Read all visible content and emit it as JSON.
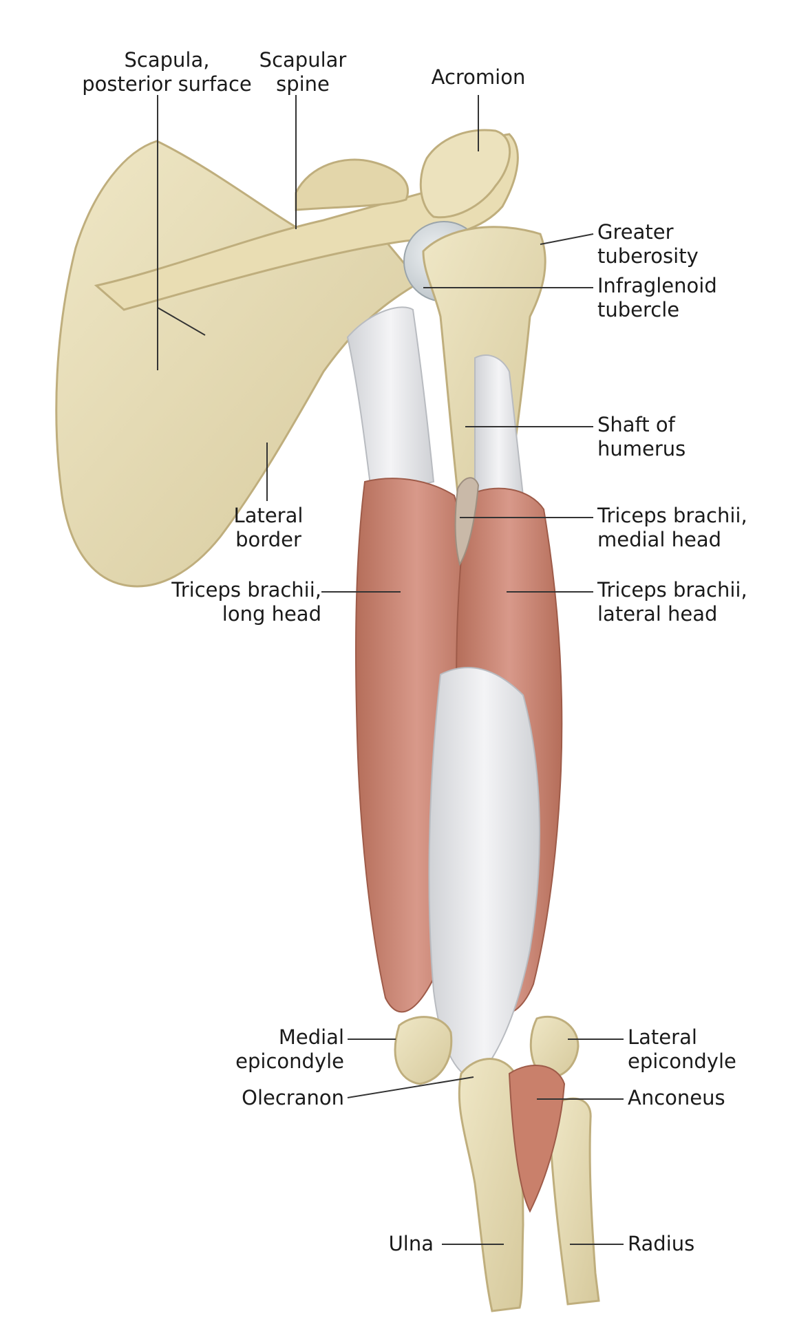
{
  "labels": {
    "scapula_posterior_surface": [
      "Scapula,",
      "posterior surface"
    ],
    "scapular_spine": [
      "Scapular",
      "spine"
    ],
    "acromion": [
      "Acromion"
    ],
    "greater_tuberosity": [
      "Greater",
      "tuberosity"
    ],
    "infraglenoid_tubercle": [
      "Infraglenoid",
      "tubercle"
    ],
    "shaft_of_humerus": [
      "Shaft of",
      "humerus"
    ],
    "lateral_border": [
      "Lateral",
      "border"
    ],
    "triceps_medial_head": [
      "Triceps brachii,",
      "medial head"
    ],
    "triceps_long_head": [
      "Triceps brachii,",
      "long head"
    ],
    "triceps_lateral_head": [
      "Triceps brachii,",
      "lateral head"
    ],
    "medial_epicondyle": [
      "Medial",
      "epicondyle"
    ],
    "lateral_epicondyle": [
      "Lateral",
      "epicondyle"
    ],
    "olecranon": [
      "Olecranon"
    ],
    "anconeus": [
      "Anconeus"
    ],
    "ulna": [
      "Ulna"
    ],
    "radius": [
      "Radius"
    ]
  },
  "colors": {
    "bone": "#e6dcb6",
    "bone_shadow": "#c9bb8c",
    "muscle": "#cf8d78",
    "muscle_dark": "#b56e5a",
    "tendon": "#e6e7ea",
    "cartilage": "#d3d9dd",
    "leader": "#333333"
  }
}
